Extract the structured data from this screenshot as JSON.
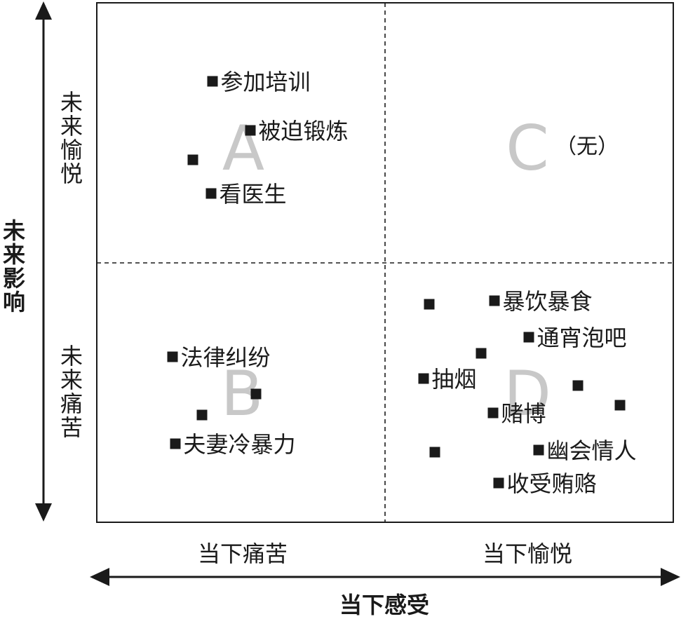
{
  "axes": {
    "y_title": "未来影响",
    "x_title": "当下感受",
    "y_top_label": "未来愉悦",
    "y_bottom_label": "未来痛苦",
    "x_left_label": "当下痛苦",
    "x_right_label": "当下愉悦"
  },
  "quadrants": [
    {
      "id": "A",
      "letter": "A",
      "note": ""
    },
    {
      "id": "B",
      "letter": "B",
      "note": ""
    },
    {
      "id": "C",
      "letter": "C",
      "note": "（无）"
    },
    {
      "id": "D",
      "letter": "D",
      "note": ""
    }
  ],
  "items": [
    {
      "quadrant": "A",
      "label": "参加培训"
    },
    {
      "quadrant": "A",
      "label": "被迫锻炼"
    },
    {
      "quadrant": "A",
      "label": ""
    },
    {
      "quadrant": "A",
      "label": "看医生"
    },
    {
      "quadrant": "B",
      "label": "法律纠纷"
    },
    {
      "quadrant": "B",
      "label": ""
    },
    {
      "quadrant": "B",
      "label": ""
    },
    {
      "quadrant": "B",
      "label": "夫妻冷暴力"
    },
    {
      "quadrant": "D",
      "label": ""
    },
    {
      "quadrant": "D",
      "label": "暴饮暴食"
    },
    {
      "quadrant": "D",
      "label": "通宵泡吧"
    },
    {
      "quadrant": "D",
      "label": ""
    },
    {
      "quadrant": "D",
      "label": "抽烟"
    },
    {
      "quadrant": "D",
      "label": ""
    },
    {
      "quadrant": "D",
      "label": ""
    },
    {
      "quadrant": "D",
      "label": "赌博"
    },
    {
      "quadrant": "D",
      "label": ""
    },
    {
      "quadrant": "D",
      "label": "幽会情人"
    },
    {
      "quadrant": "D",
      "label": "收受贿赂"
    }
  ],
  "colors": {
    "line": "#1a1a1a",
    "marker": "#1a1a1a",
    "quadrant_letter": "#c8c8c8",
    "text": "#1a1a1a"
  }
}
